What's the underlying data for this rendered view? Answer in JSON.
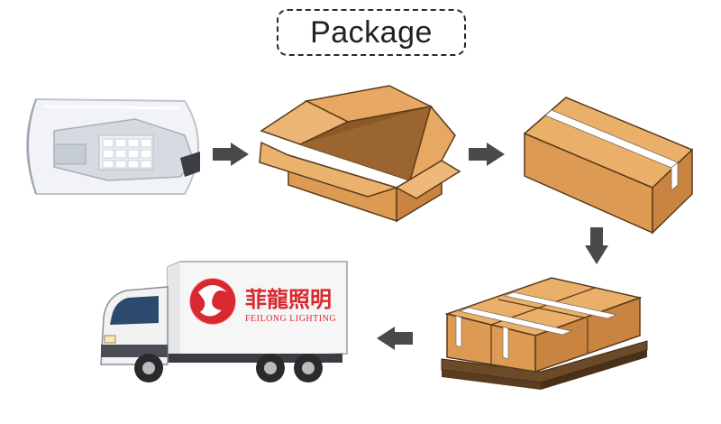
{
  "title": "Package",
  "steps": [
    {
      "id": "lamp",
      "icon": "street-light-in-bag"
    },
    {
      "id": "open-box",
      "icon": "open-carton"
    },
    {
      "id": "taped-box",
      "icon": "taped-carton"
    },
    {
      "id": "pallet",
      "icon": "cartons-on-pallet"
    },
    {
      "id": "truck",
      "icon": "delivery-truck"
    }
  ],
  "flow_arrows": [
    "right",
    "right",
    "down",
    "left"
  ],
  "truck": {
    "brand_cn": "菲龍照明",
    "brand_en": "FEILONG LIGHTING"
  },
  "colors": {
    "cardboard": "#e0a05a",
    "cardboard_dark": "#c0803c",
    "arrow": "#4a4a4a",
    "brand_red": "#d9282f"
  }
}
